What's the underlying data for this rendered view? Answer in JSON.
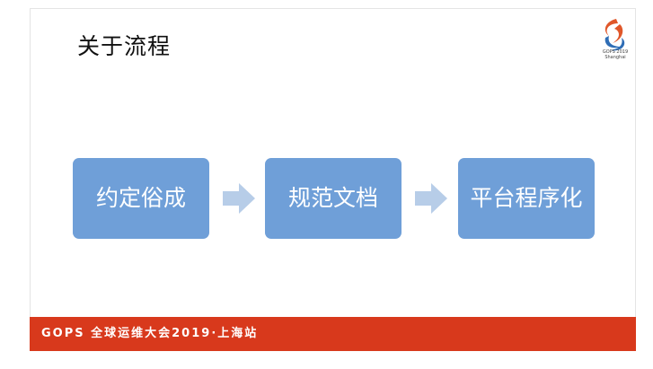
{
  "slide": {
    "title": "关于流程",
    "logo": {
      "icon": "gops-swirl-logo-icon",
      "caption_line1": "GOPS 2019",
      "caption_line2": "Shanghai"
    },
    "steps": [
      {
        "label": "约定俗成"
      },
      {
        "label": "规范文档"
      },
      {
        "label": "平台程序化"
      }
    ],
    "arrows": [
      "right-arrow-icon",
      "right-arrow-icon"
    ]
  },
  "footer": {
    "text": "GOPS 全球运维大会2019·上海站"
  },
  "colors": {
    "step_fill": "#6f9fd8",
    "arrow_fill": "#b7cde8",
    "footer_bar": "#d8391c",
    "logo_orange": "#e0572a",
    "logo_blue": "#2f6db5"
  }
}
